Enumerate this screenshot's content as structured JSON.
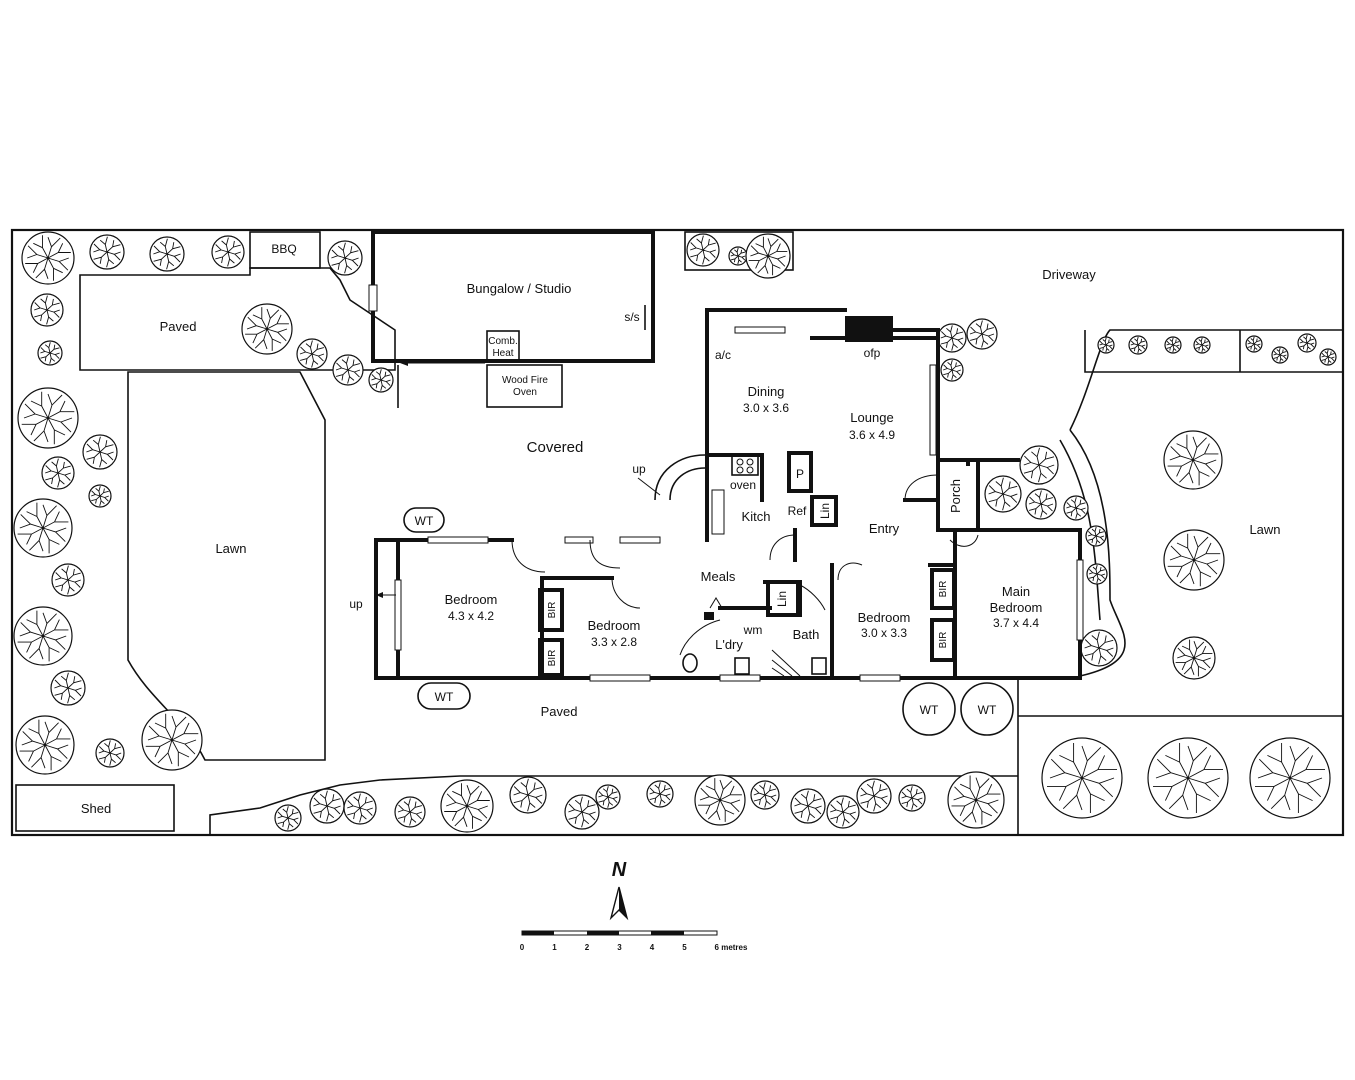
{
  "labels": {
    "bbq": "BBQ",
    "paved_west": "Paved",
    "bungalow": "Bungalow / Studio",
    "ss": "s/s",
    "comb_heat_1": "Comb.",
    "comb_heat_2": "Heat",
    "wood_oven_1": "Wood Fire",
    "wood_oven_2": "Oven",
    "covered": "Covered",
    "up_covered": "up",
    "lawn_west": "Lawn",
    "wt_1": "WT",
    "wt_2": "WT",
    "wt_3": "WT",
    "wt_4": "WT",
    "up_west": "up",
    "shed": "Shed",
    "paved_south": "Paved",
    "driveway": "Driveway",
    "lawn_east": "Lawn",
    "ac": "a/c",
    "ofp": "ofp",
    "dining": "Dining",
    "dining_size": "3.0 x 3.6",
    "lounge": "Lounge",
    "lounge_size": "3.6 x 4.9",
    "oven": "oven",
    "pantry": "P",
    "kitch": "Kitch",
    "ref": "Ref",
    "lin_1": "Lin",
    "lin_2": "Lin",
    "entry": "Entry",
    "porch": "Porch",
    "meals": "Meals",
    "bed1": "Bedroom",
    "bed1_size": "4.3 x 4.2",
    "bed2": "Bedroom",
    "bed2_size": "3.3 x 2.8",
    "bed3": "Bedroom",
    "bed3_size": "3.0 x 3.3",
    "main_bed_1": "Main",
    "main_bed_2": "Bedroom",
    "main_bed_size": "3.7 x 4.4",
    "bir_1": "BIR",
    "bir_2": "BIR",
    "bir_3": "BIR",
    "bir_4": "BIR",
    "ldry": "L'dry",
    "wm": "wm",
    "bath": "Bath"
  },
  "north": "N",
  "scale": {
    "ticks": [
      "0",
      "1",
      "2",
      "3",
      "4",
      "5",
      "6 metres"
    ]
  }
}
